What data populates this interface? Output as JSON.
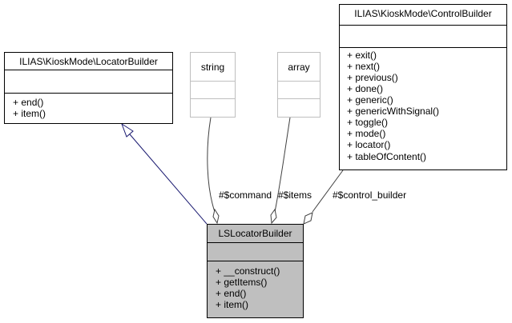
{
  "colors": {
    "box_border": "#000000",
    "ghost_border": "#bfbfbf",
    "target_fill": "#bfbfbf",
    "inheritance_edge": "#191970",
    "usage_edge": "#404040",
    "text": "#000000"
  },
  "classes": {
    "locator_builder": {
      "title": "ILIAS\\KioskMode\\LocatorBuilder",
      "methods": [
        "+ end()",
        "+ item()"
      ]
    },
    "string": {
      "title": "string"
    },
    "array": {
      "title": "array"
    },
    "control_builder": {
      "title": "ILIAS\\KioskMode\\ControlBuilder",
      "methods": [
        "+ exit()",
        "+ next()",
        "+ previous()",
        "+ done()",
        "+ generic()",
        "+ genericWithSignal()",
        "+ toggle()",
        "+ mode()",
        "+ locator()",
        "+ tableOfContent()"
      ]
    },
    "ls_locator_builder": {
      "title": "LSLocatorBuilder",
      "methods": [
        "+ __construct()",
        "+ getItems()",
        "+ end()",
        "+ item()"
      ]
    }
  },
  "edges": {
    "command": "#$command",
    "items": "#$items",
    "control_builder": "#$control_builder"
  }
}
